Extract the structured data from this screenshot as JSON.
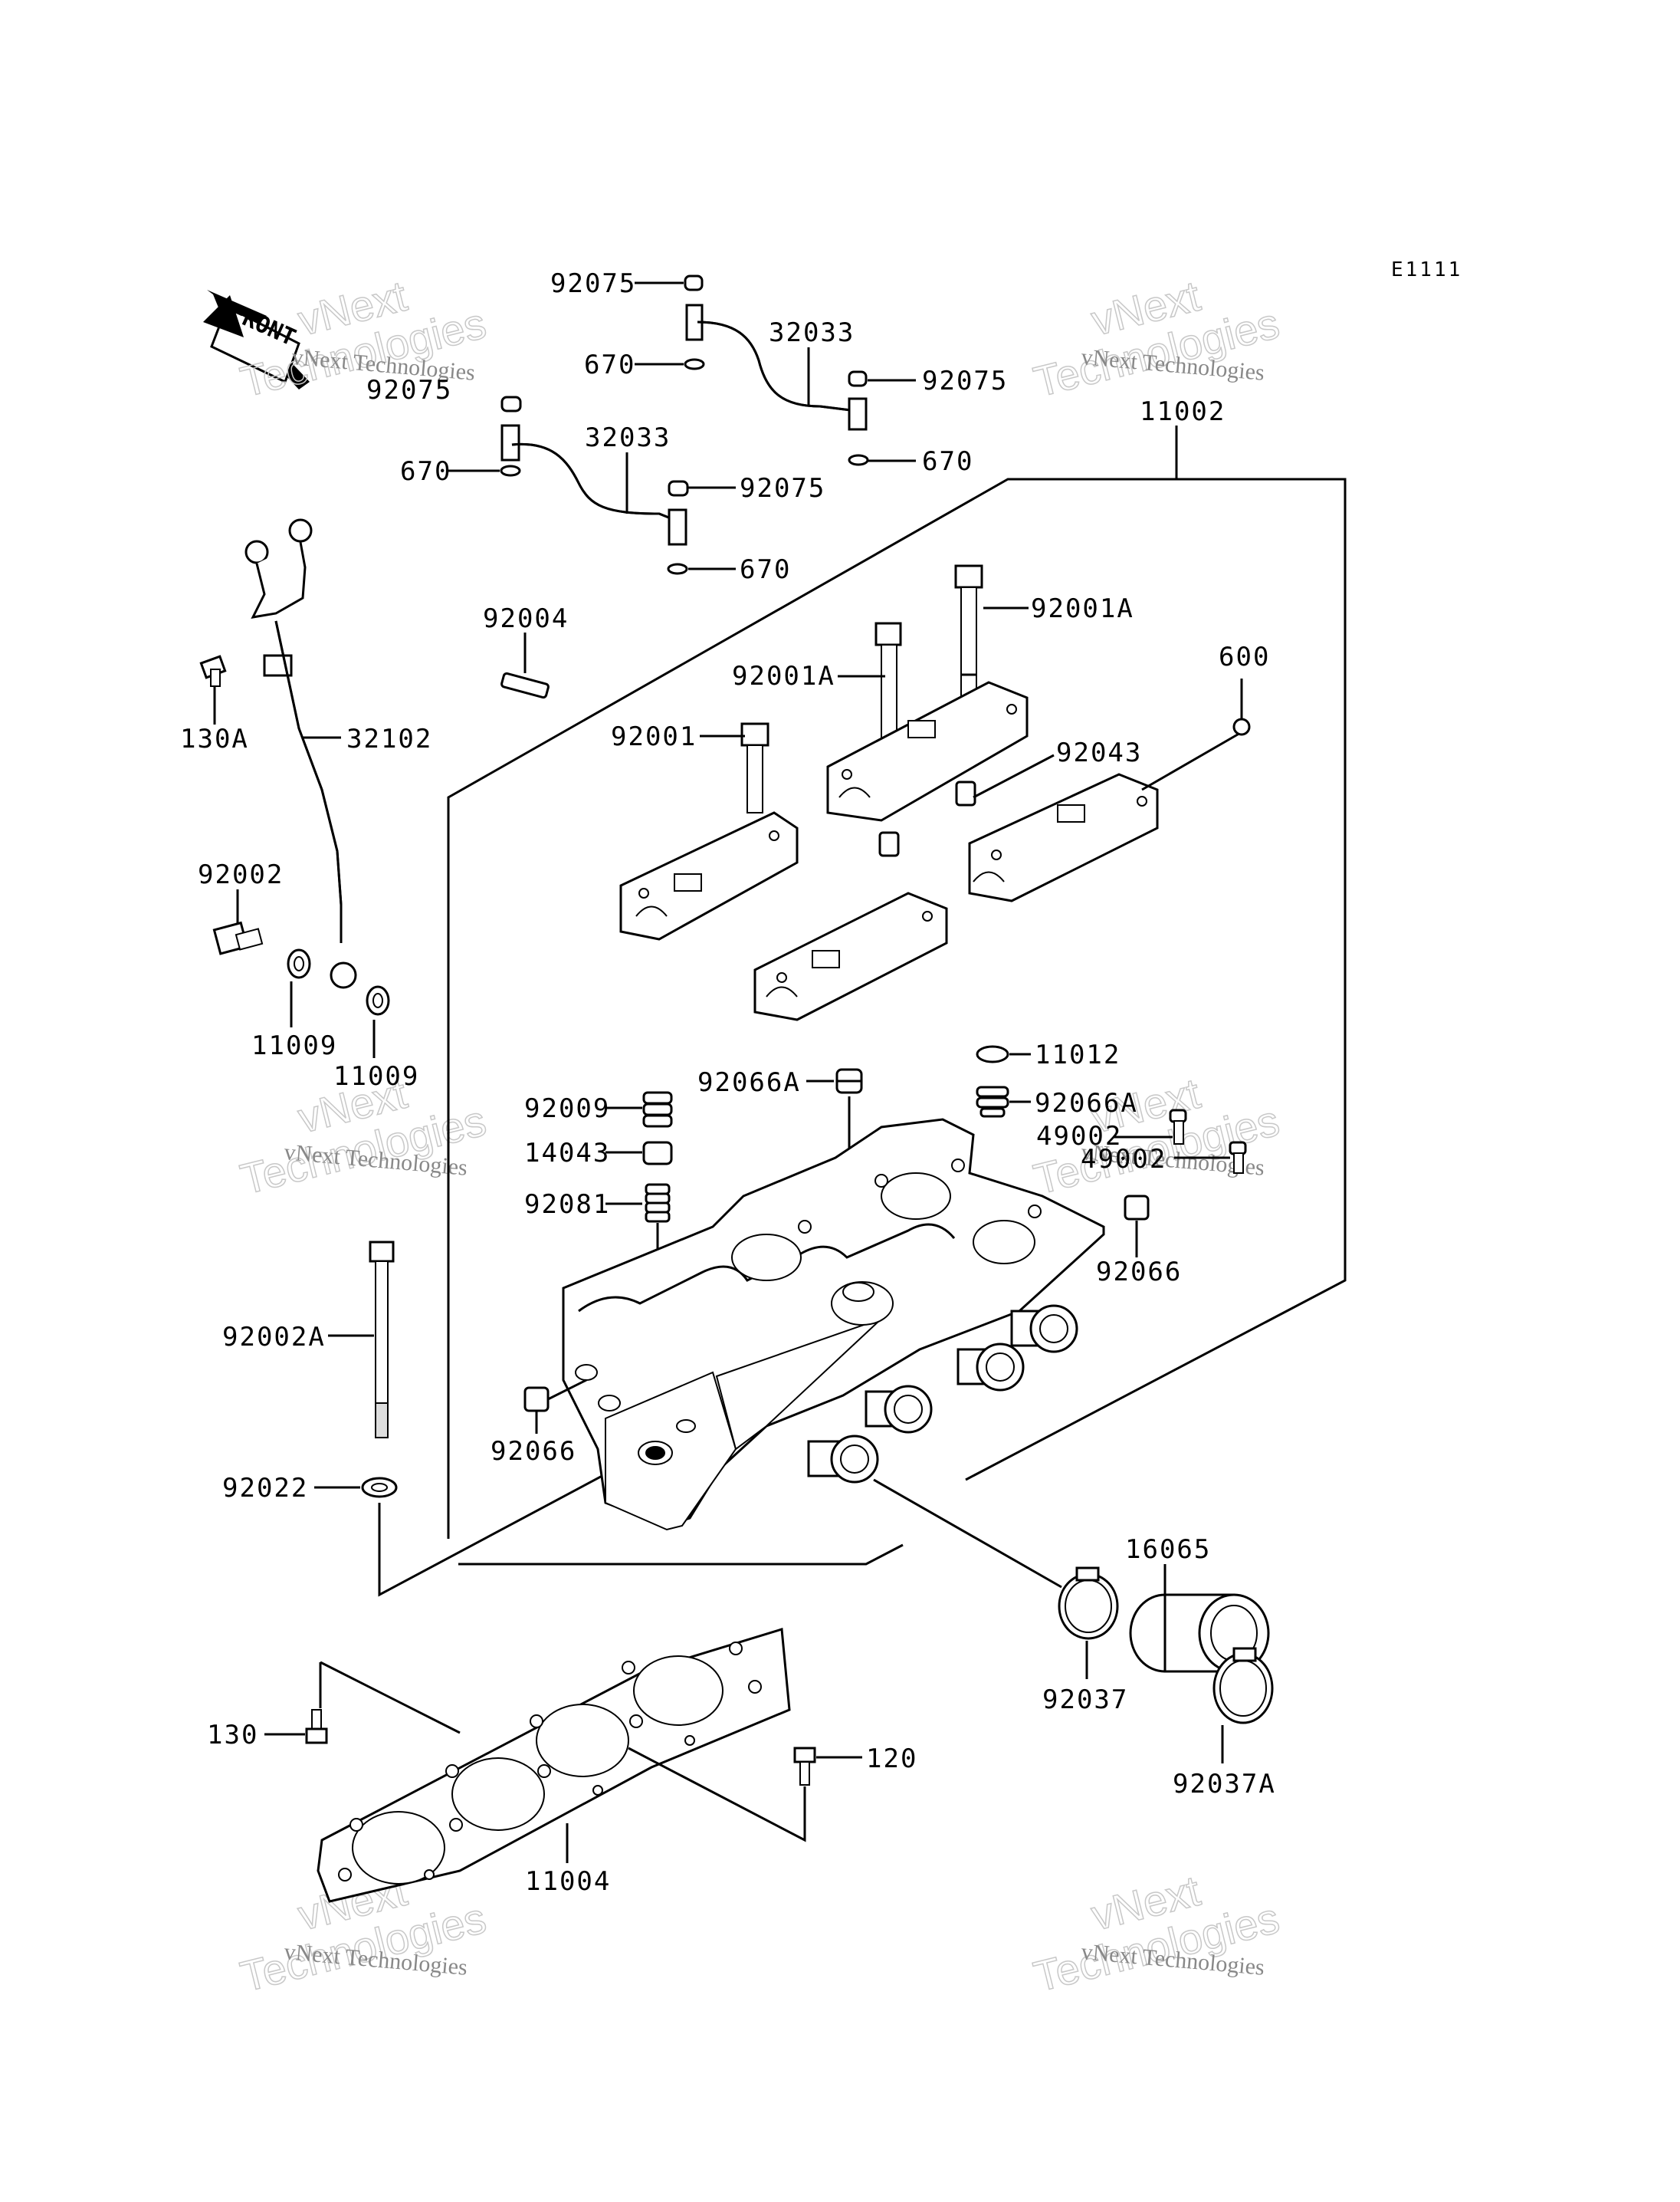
{
  "diagram": {
    "reference_code": "E1111",
    "front_label": "FRONT",
    "watermark_line1": "vNext",
    "watermark_line2": "Technologies",
    "watermark_small": "vNext Technologies",
    "part_labels": {
      "p92075_a": "92075",
      "p670_a": "670",
      "p32033_a": "32033",
      "p92075_b": "92075",
      "p670_b": "670",
      "p92075_c": "92075",
      "p670_c": "670",
      "p32033_b": "32033",
      "p92075_d": "92075",
      "p670_d": "670",
      "p11002": "11002",
      "p92001A_a": "92001A",
      "p92001A_b": "92001A",
      "p92001": "92001",
      "p92043": "92043",
      "p600": "600",
      "p92004": "92004",
      "p130A": "130A",
      "p32102": "32102",
      "p92002": "92002",
      "p11009_a": "11009",
      "p11009_b": "11009",
      "p11012": "11012",
      "p92066A_a": "92066A",
      "p92066A_b": "92066A",
      "p49002_a": "49002",
      "p49002_b": "49002",
      "p92009": "92009",
      "p14043": "14043",
      "p92081": "92081",
      "p92066_a": "92066",
      "p92002A": "92002A",
      "p92066_b": "92066",
      "p92022": "92022",
      "p16065": "16065",
      "p92037": "92037",
      "p92037A": "92037A",
      "p130": "130",
      "p120": "120",
      "p11004": "11004"
    }
  }
}
